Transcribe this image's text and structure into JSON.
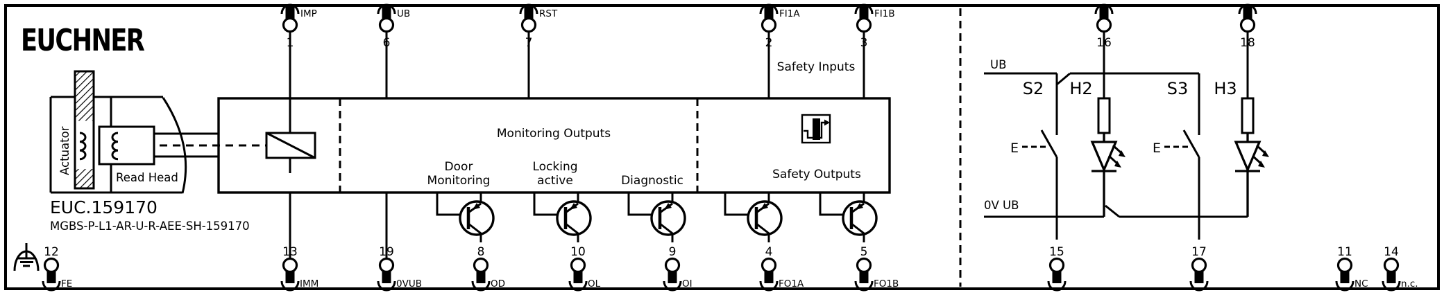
{
  "logo": "EUCHNER",
  "device": {
    "name": "EUC.159170",
    "model": "MGBS-P-L1-AR-U-R-AEE-SH-159170"
  },
  "left_module": {
    "actuator": "Actuator",
    "read_head": "Read Head"
  },
  "sections": {
    "monitoring_outputs": "Monitoring Outputs",
    "safety_inputs": "Safety Inputs",
    "safety_outputs": "Safety Outputs"
  },
  "outputs": {
    "door_line1": "Door",
    "door_line2": "Monitoring",
    "locking_line1": "Locking",
    "locking_line2": "active",
    "diagnostic": "Diagnostic"
  },
  "pins": {
    "top": [
      {
        "number": "1",
        "label": "IMP"
      },
      {
        "number": "6",
        "label": "UB"
      },
      {
        "number": "7",
        "label": "RST"
      },
      {
        "number": "2",
        "label": "FI1A"
      },
      {
        "number": "3",
        "label": "FI1B"
      },
      {
        "number": "16",
        "label": ""
      },
      {
        "number": "18",
        "label": ""
      }
    ],
    "bottom": [
      {
        "number": "12",
        "label": "FE"
      },
      {
        "number": "13",
        "label": "IMM"
      },
      {
        "number": "19",
        "label": "0VUB"
      },
      {
        "number": "8",
        "label": "OD"
      },
      {
        "number": "10",
        "label": "OL"
      },
      {
        "number": "9",
        "label": "OI"
      },
      {
        "number": "4",
        "label": "FO1A"
      },
      {
        "number": "5",
        "label": "FO1B"
      },
      {
        "number": "15",
        "label": ""
      },
      {
        "number": "17",
        "label": ""
      },
      {
        "number": "11",
        "label": "NC"
      },
      {
        "number": "14",
        "label": "n.c."
      }
    ]
  },
  "external_circuit": {
    "supply": "UB",
    "ground": "0V UB",
    "switch_s2": "S2",
    "lamp_h2": "H2",
    "switch_s3": "S3",
    "lamp_h3": "H3",
    "manual_actuation": "E"
  },
  "colors": {
    "line": "#000000",
    "background": "#ffffff"
  }
}
